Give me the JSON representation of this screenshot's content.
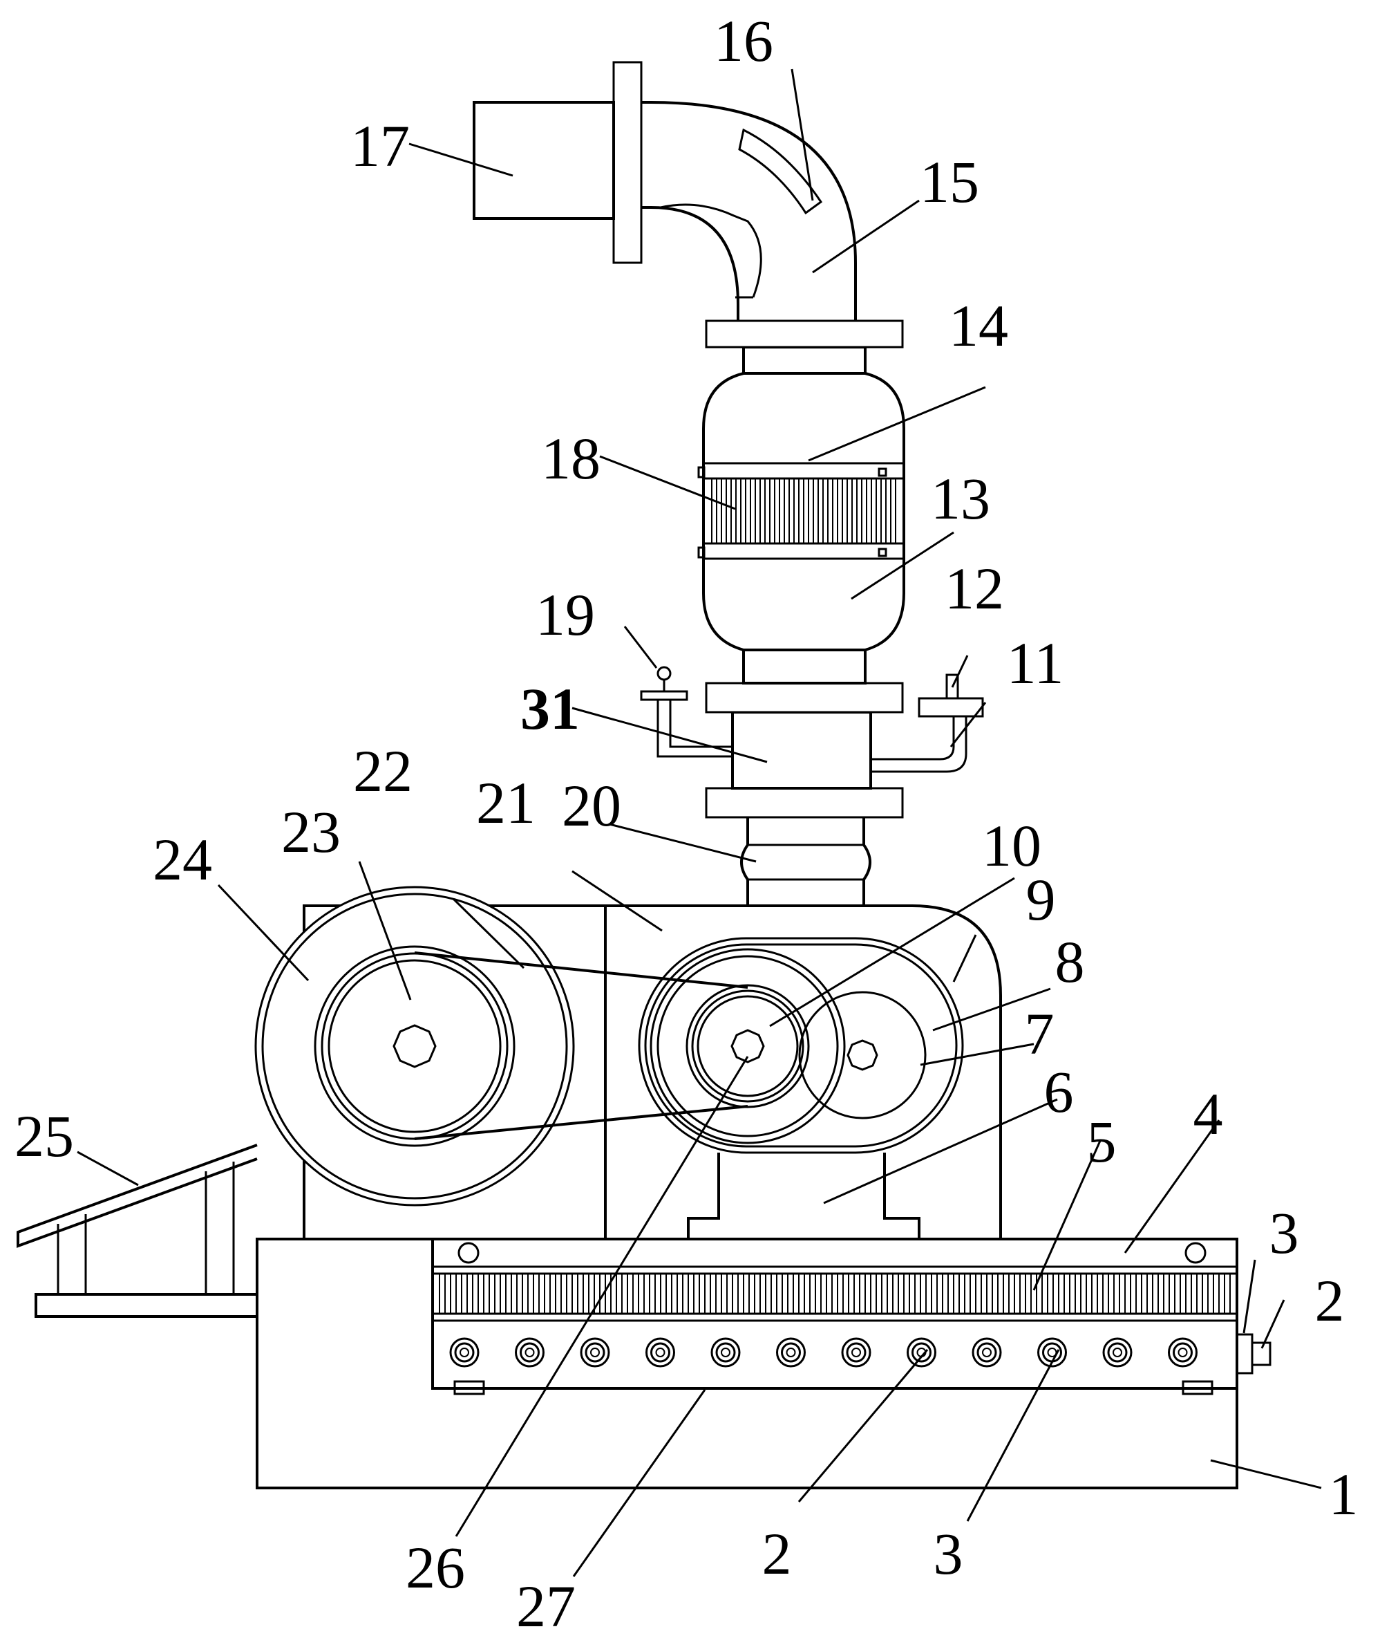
{
  "labels": {
    "l1": "1",
    "l2a": "2",
    "l2b": "2",
    "l3a": "3",
    "l3b": "3",
    "l4": "4",
    "l5": "5",
    "l6": "6",
    "l7": "7",
    "l8": "8",
    "l9": "9",
    "l10": "10",
    "l11": "11",
    "l12": "12",
    "l13": "13",
    "l14": "14",
    "l15": "15",
    "l16": "16",
    "l17": "17",
    "l18": "18",
    "l19": "19",
    "l20": "20",
    "l21": "21",
    "l22": "22",
    "l23": "23",
    "l24": "24",
    "l25": "25",
    "l26": "26",
    "l27": "27",
    "l31": "31"
  },
  "colors": {
    "line": "#000000",
    "background": "#ffffff"
  }
}
